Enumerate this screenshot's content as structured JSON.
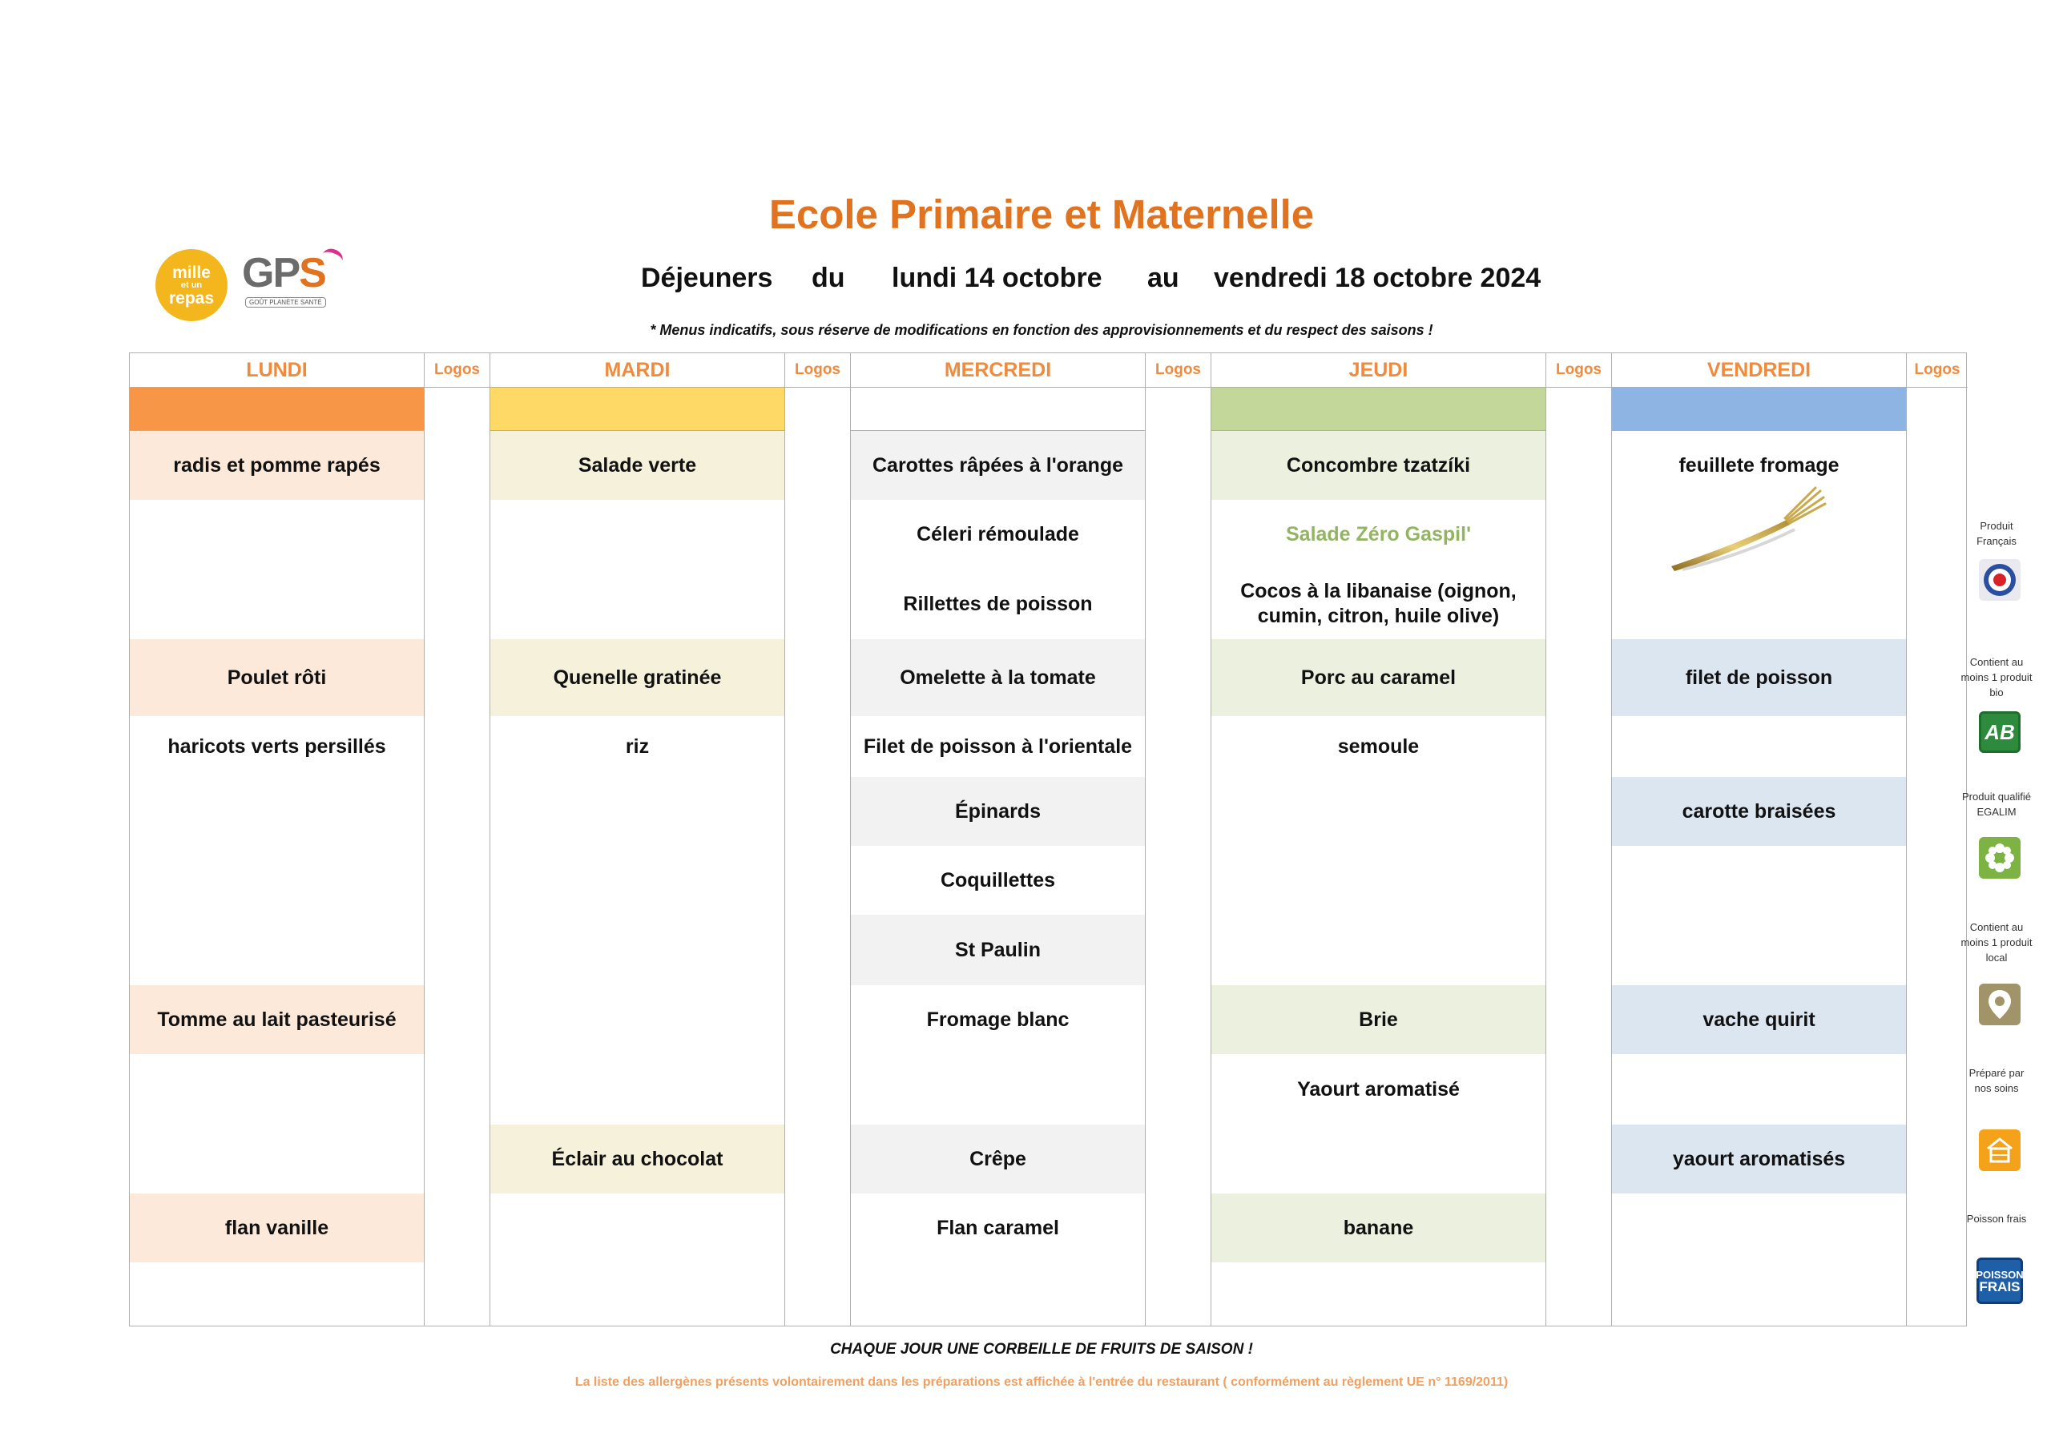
{
  "title": "Ecole Primaire et Maternelle",
  "subtitle": {
    "word1": "Déjeuners",
    "word2": "du",
    "start": "lundi 14 octobre",
    "word3": "au",
    "end": "vendredi 18 octobre 2024"
  },
  "note": "* Menus indicatifs, sous réserve de modifications en fonction des approvisionnements et du respect des saisons !",
  "logos": {
    "mille_line1": "mille",
    "mille_line2": "et un",
    "mille_line3": "repas",
    "gps_text": "GP",
    "gps_s": "S",
    "gps_tagline": "GOÛT PLANÈTE SANTÉ"
  },
  "columns": {
    "lundi": "LUNDI",
    "mardi": "MARDI",
    "mercredi": "MERCREDI",
    "jeudi": "JEUDI",
    "vendredi": "VENDREDI",
    "logos": "Logos"
  },
  "colors": {
    "lundi_band": "#f79646",
    "lundi_fill": "#fde9d9",
    "mardi_band": "#ffd966",
    "mardi_fill": "#f5f1db",
    "mercredi_fill": "#f2f2f2",
    "jeudi_band": "#c4d79b",
    "jeudi_fill": "#ebf1de",
    "vendredi_band": "#8eb4e3",
    "vendredi_fill": "#dce6f1",
    "accent": "#e0731f"
  },
  "menu": {
    "lundi": [
      "radis et pomme rapés",
      "Poulet rôti",
      "haricots verts persillés",
      "Tomme au lait pasteurisé",
      "flan vanille"
    ],
    "mardi": [
      "Salade verte",
      "Quenelle gratinée",
      "riz",
      "Éclair au chocolat"
    ],
    "mercredi": [
      "Carottes râpées à l'orange",
      "Céleri rémoulade",
      "Rillettes de poisson",
      "Omelette à la tomate",
      "Filet de poisson à l'orientale",
      "Épinards",
      "Coquillettes",
      "St Paulin",
      "Fromage blanc",
      "Crêpe",
      "Flan caramel"
    ],
    "jeudi": [
      "Concombre tzatzíki",
      "Salade Zéro Gaspil'",
      "Cocos à la libanaise (oignon, cumin, citron, huile olive)",
      "Porc au caramel",
      "semoule",
      "Brie",
      "Yaourt aromatisé",
      "banane"
    ],
    "vendredi": [
      "feuillete fromage",
      "filet de poisson",
      "carotte braisées",
      "vache quirit",
      "yaourt aromatisés"
    ]
  },
  "legend": [
    {
      "label": "Produit Français",
      "icon": "french-cockade-icon"
    },
    {
      "label": "Contient au moins 1 produit bio",
      "icon": "ab-bio-icon"
    },
    {
      "label": "Produit qualifié EGALIM",
      "icon": "egalim-flower-icon"
    },
    {
      "label": "Contient au moins 1 produit local",
      "icon": "location-pin-icon"
    },
    {
      "label": "Préparé par nos soins",
      "icon": "house-icon"
    },
    {
      "label": "Poisson frais",
      "icon": "poisson-frais-icon"
    }
  ],
  "legend_icon_text": {
    "ab": "AB",
    "poisson1": "POISSON",
    "poisson2": "FRAIS"
  },
  "footer": {
    "fruits": "CHAQUE JOUR UNE CORBEILLE DE FRUITS DE SAISON !",
    "allergens": "La liste des allergènes présents volontairement dans les préparations est affichée à l'entrée du restaurant ( conformément au règlement UE n° 1169/2011)"
  }
}
